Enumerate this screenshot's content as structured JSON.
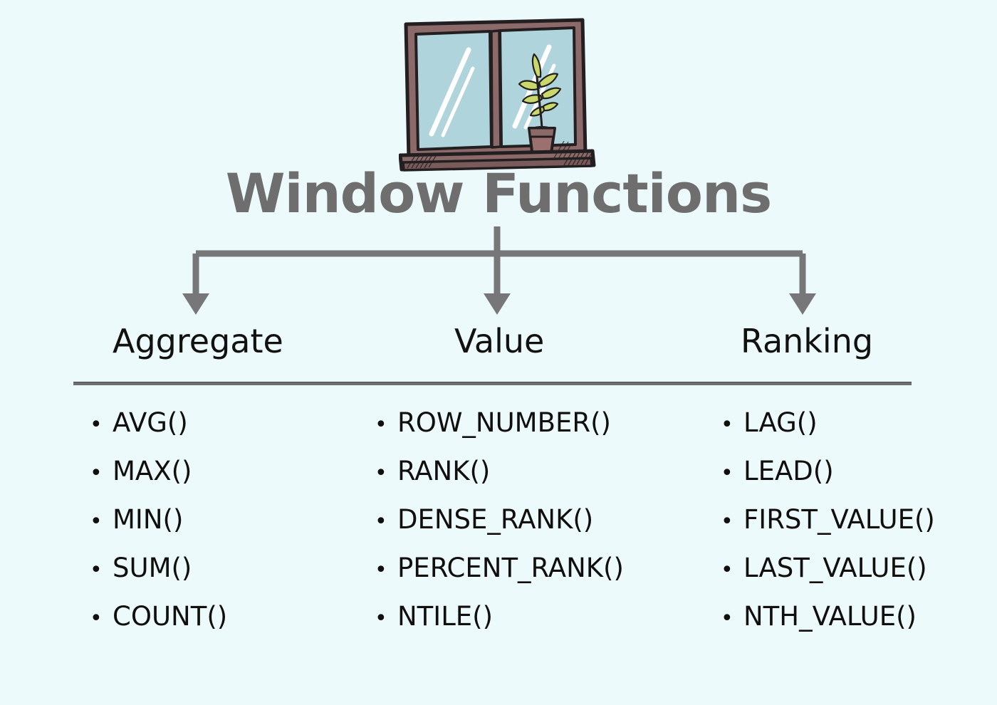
{
  "page": {
    "background_color": "#edfafb",
    "title": "Window Functions",
    "title_color": "#6e6e6e"
  },
  "illustration": {
    "name": "window-with-plant",
    "frame_color": "#8d6a6a",
    "glass_color": "#b0d4dc",
    "outline_color": "#231f20",
    "plant_leaf_color": "#c8d96a",
    "pot_color": "#9d7070",
    "reflection_color": "#ffffff"
  },
  "connector": {
    "color": "#77777a",
    "branches": 3
  },
  "columns": [
    {
      "header": "Aggregate",
      "items": [
        "AVG()",
        "MAX()",
        "MIN()",
        "SUM()",
        "COUNT()"
      ]
    },
    {
      "header": "Value",
      "items": [
        "ROW_NUMBER()",
        "RANK()",
        "DENSE_RANK()",
        "PERCENT_RANK()",
        "NTILE()"
      ]
    },
    {
      "header": "Ranking",
      "items": [
        "LAG()",
        "LEAD()",
        "FIRST_VALUE()",
        "LAST_VALUE()",
        "NTH_VALUE()"
      ]
    }
  ],
  "bullet_glyph": "•",
  "divider": {
    "color": "#6f6f6f"
  }
}
